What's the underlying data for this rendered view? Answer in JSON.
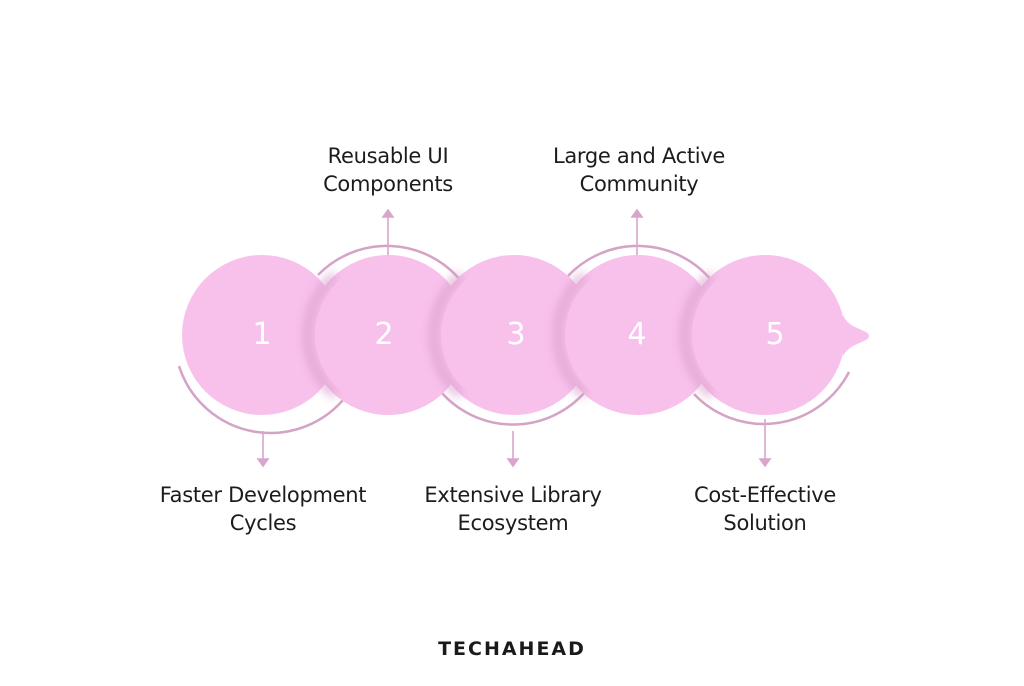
{
  "diagram": {
    "type": "process-flow",
    "colors": {
      "circle_fill": "#f8c1ec",
      "circle_shadow": "#d99ccb",
      "arc_stroke": "#d4a3c6",
      "arrow": "#d8a6cc",
      "number_text": "#ffffff",
      "label_text": "#1c1c1c"
    },
    "steps": [
      {
        "number": "1",
        "label_line1": "Faster Development",
        "label_line2": "Cycles",
        "label_position": "bottom"
      },
      {
        "number": "2",
        "label_line1": "Reusable UI",
        "label_line2": "Components",
        "label_position": "top"
      },
      {
        "number": "3",
        "label_line1": "Extensive Library",
        "label_line2": "Ecosystem",
        "label_position": "bottom"
      },
      {
        "number": "4",
        "label_line1": "Large and Active",
        "label_line2": "Community",
        "label_position": "top"
      },
      {
        "number": "5",
        "label_line1": "Cost-Effective",
        "label_line2": "Solution",
        "label_position": "bottom"
      }
    ]
  },
  "brand": {
    "logo_text": "TECHAHEAD"
  }
}
